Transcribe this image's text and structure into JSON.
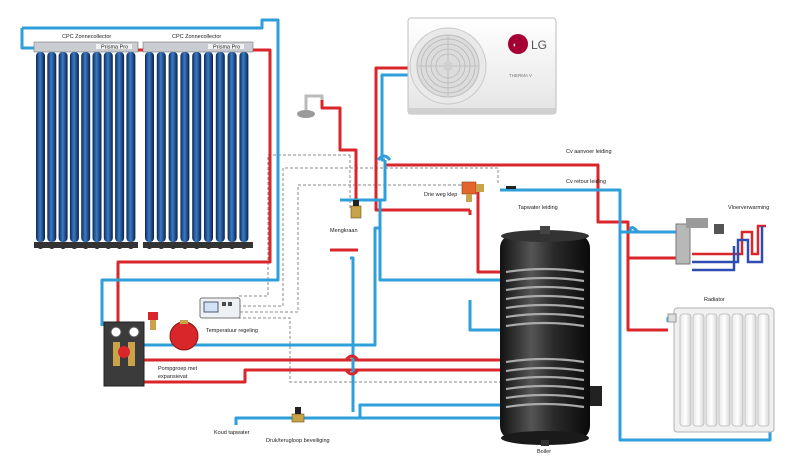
{
  "labels": {
    "collector1": "CPC Zonnecollector",
    "collector2": "CPC Zonnecollector",
    "lg_logo": "LG",
    "hp_brand": "THERMA V",
    "cv_aanvoer": "Cv aanvoer leiding",
    "cv_retour": "Cv retour leiding",
    "drie_weg_klep": "Drie weg klep",
    "tapwater": "Tapwater leiding",
    "mengkraan": "Mengkraan",
    "vloerverwarming": "Vloerverwarming",
    "radiator": "Radiator",
    "temperatuur_regeling": "Temperatuur regeling",
    "pompgroep": "Pompgroep met",
    "expansievat": "expansievat",
    "koud_tapwater": "Koud tapwater",
    "druk_terugloop": "Druk/terugloop beveiliging",
    "boiler": "Boiler"
  },
  "colors": {
    "hot": "#d9262a",
    "cold": "#2e9fd8",
    "control": "#8a8a8a"
  }
}
